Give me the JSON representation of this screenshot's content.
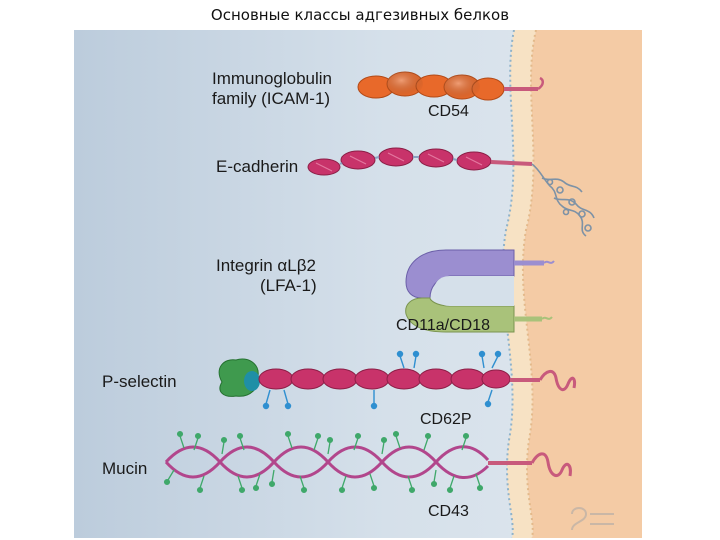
{
  "slide": {
    "title": "Основные классы адгезивных белков"
  },
  "figure": {
    "proteins": [
      {
        "name_line1": "Immunoglobulin",
        "name_line2": "family (ICAM-1)",
        "cd": "CD54"
      },
      {
        "name_line1": "E-cadherin",
        "cd": ""
      },
      {
        "name_line1": "Integrin αLβ2",
        "name_line2": "(LFA-1)",
        "cd": "CD11a/CD18"
      },
      {
        "name_line1": "P-selectin",
        "cd": "CD62P"
      },
      {
        "name_line1": "Mucin",
        "cd": "CD43"
      }
    ],
    "colors": {
      "extracellular_bg": "#c9d7e6",
      "membrane": "#efc99a",
      "cytoplasm": "#f3caa2",
      "ig_domain": "#e8692a",
      "cadherin_domain": "#c8336a",
      "integrin_alpha": "#9b8ed0",
      "integrin_beta": "#a9c27a",
      "selectin_lectin": "#3f9a4e",
      "glycan_blue": "#2f8fd0",
      "mucin_chain": "#b2468c",
      "mucin_glycan": "#3fa86a"
    }
  }
}
